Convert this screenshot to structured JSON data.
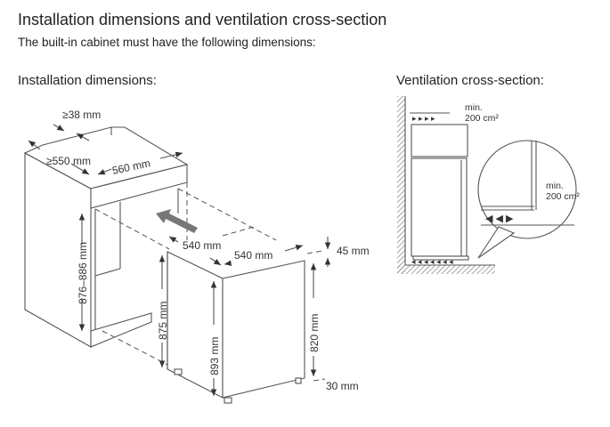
{
  "header": {
    "title": "Installation dimensions and ventilation cross-section",
    "subtitle": "The built-in cabinet must have the following dimensions:"
  },
  "installation": {
    "heading": "Installation dimensions:",
    "labels": {
      "panel_thickness": "≥38 mm",
      "cabinet_depth": "≥550 mm",
      "cabinet_width": "560 mm",
      "niche_height": "876–886 mm",
      "appliance_depth": "540 mm",
      "appliance_width": "540 mm",
      "top_offset": "45 mm",
      "appliance_height": "875 mm",
      "door_height": "893 mm",
      "door_panel_height": "820 mm",
      "bottom_offset": "30 mm"
    }
  },
  "ventilation": {
    "heading": "Ventilation cross-section:",
    "top_min_label": "min.",
    "top_area_label": "200 cm²",
    "bottom_min_label": "min.",
    "bottom_area_label": "200 cm²"
  }
}
